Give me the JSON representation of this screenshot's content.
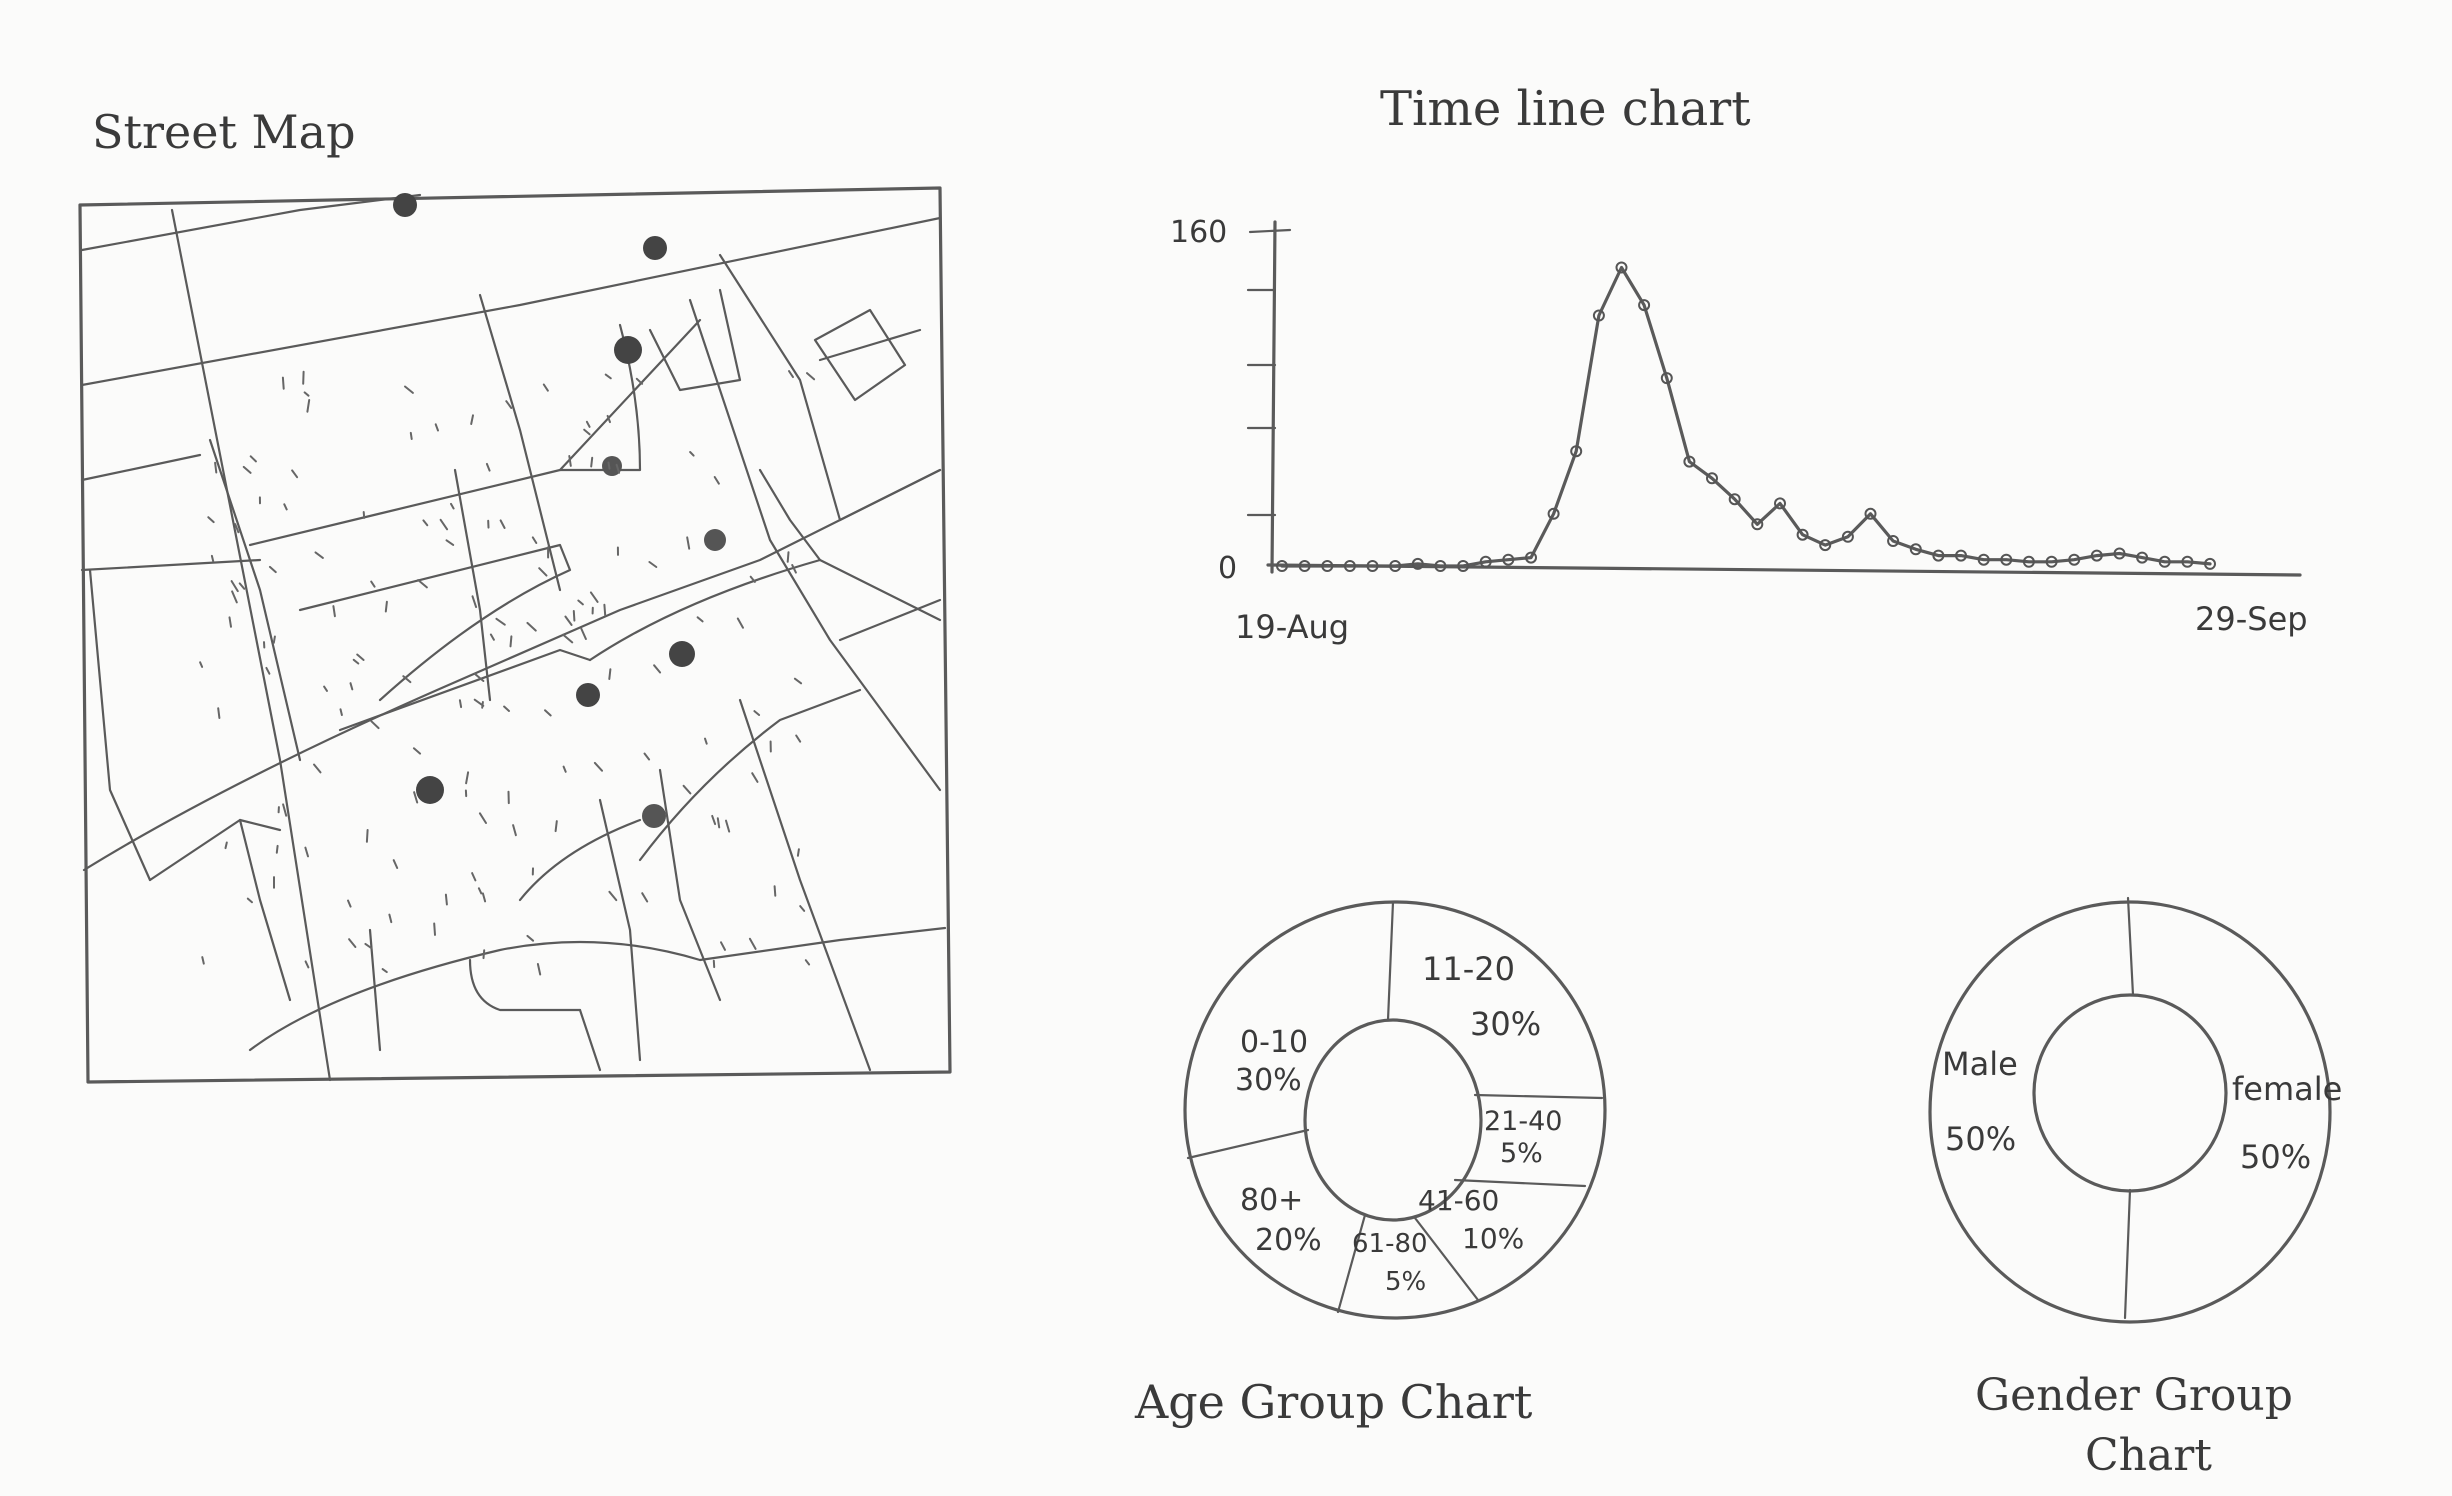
{
  "map": {
    "title": "Street Map"
  },
  "timeline": {
    "title": "Time line chart",
    "y_top_label": "160",
    "y_zero_label": "0",
    "x_start_label": "19-Aug",
    "x_end_label": "29-Sep"
  },
  "age_chart": {
    "title": "Age Group Chart",
    "slices": [
      {
        "range": "11-20",
        "pct": "30%"
      },
      {
        "range": "21-40",
        "pct": "5%"
      },
      {
        "range": "41-60",
        "pct": "10%"
      },
      {
        "range": "61-80",
        "pct": "5%"
      },
      {
        "range": "80+",
        "pct": "20%"
      },
      {
        "range": "0-10",
        "pct": "30%"
      }
    ]
  },
  "gender_chart": {
    "title_line1": "Gender Group",
    "title_line2": "Chart",
    "slices": [
      {
        "label": "Male",
        "pct": "50%"
      },
      {
        "label": "female",
        "pct": "50%"
      }
    ]
  },
  "chart_data": {
    "type": "line",
    "x_start": "19-Aug",
    "x_end": "29-Sep",
    "ylim": [
      0,
      160
    ],
    "values": [
      0,
      0,
      0,
      0,
      0,
      0,
      1,
      0,
      0,
      2,
      3,
      4,
      25,
      55,
      120,
      143,
      125,
      90,
      50,
      42,
      32,
      20,
      30,
      15,
      10,
      14,
      25,
      12,
      8,
      5,
      5,
      3,
      3,
      2,
      2,
      3,
      5,
      6,
      4,
      2,
      2,
      1
    ]
  }
}
